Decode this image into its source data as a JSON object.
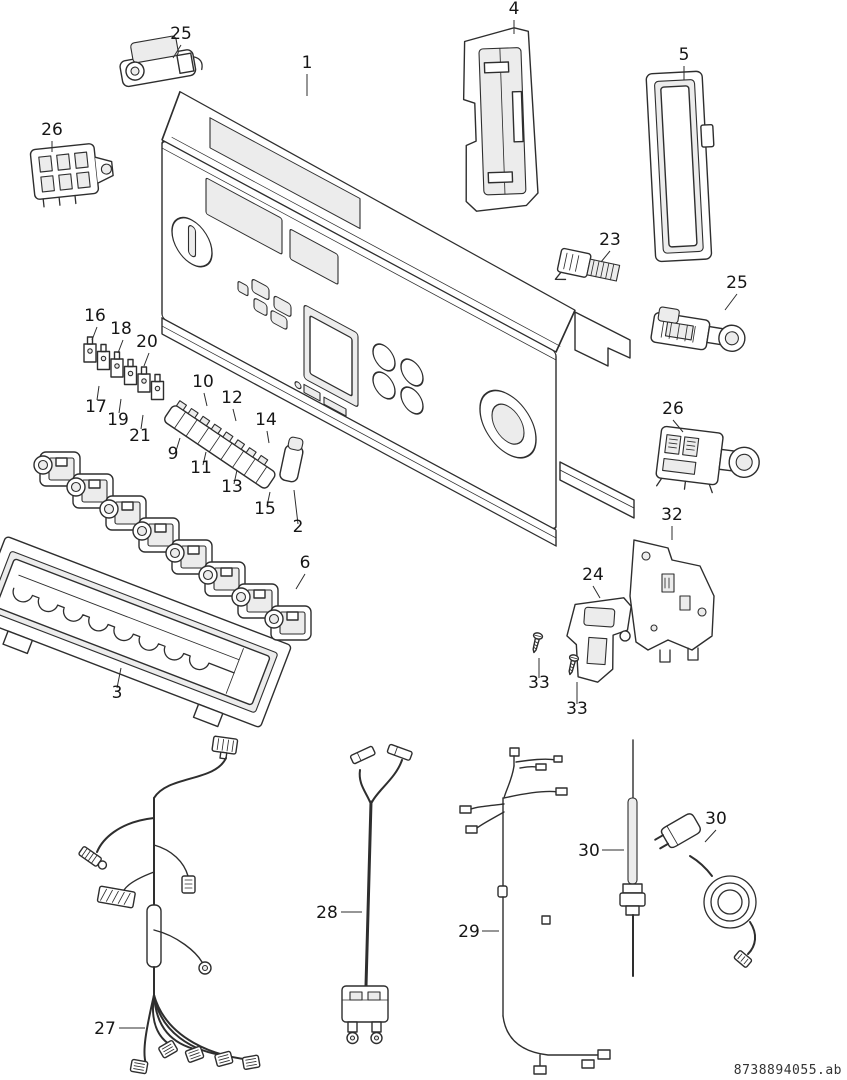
{
  "diagram": {
    "reference_code": "8738894055.ab",
    "callouts": [
      {
        "label": "25"
      },
      {
        "label": "4"
      },
      {
        "label": "5"
      },
      {
        "label": "1"
      },
      {
        "label": "26"
      },
      {
        "label": "23"
      },
      {
        "label": "25"
      },
      {
        "label": "16"
      },
      {
        "label": "18"
      },
      {
        "label": "20"
      },
      {
        "label": "17"
      },
      {
        "label": "19"
      },
      {
        "label": "21"
      },
      {
        "label": "10"
      },
      {
        "label": "12"
      },
      {
        "label": "14"
      },
      {
        "label": "9"
      },
      {
        "label": "11"
      },
      {
        "label": "13"
      },
      {
        "label": "15"
      },
      {
        "label": "2"
      },
      {
        "label": "26"
      },
      {
        "label": "32"
      },
      {
        "label": "6"
      },
      {
        "label": "24"
      },
      {
        "label": "33"
      },
      {
        "label": "33"
      },
      {
        "label": "3"
      },
      {
        "label": "30"
      },
      {
        "label": "30"
      },
      {
        "label": "28"
      },
      {
        "label": "29"
      },
      {
        "label": "27"
      }
    ]
  }
}
